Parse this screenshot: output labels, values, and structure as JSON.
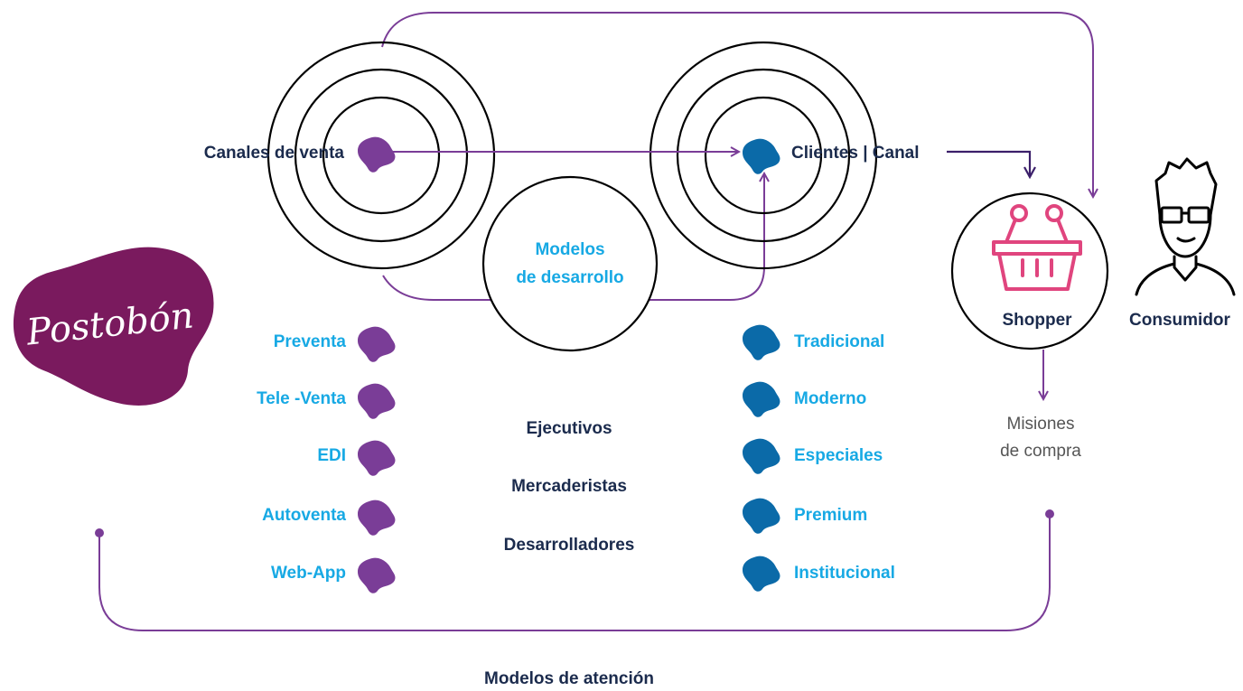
{
  "logo": {
    "text": "Postobón",
    "color": "#7a1a5e"
  },
  "colors": {
    "purple_blob": "#7a3d97",
    "blue_blob": "#0b6aa8",
    "line_purple": "#7a3d97",
    "line_dark": "#3b1f6a",
    "navy_text": "#1b2b4d",
    "cyan_text": "#17a9e4",
    "basket": "#e0457e"
  },
  "targets": {
    "sales_channels": "Canales de venta",
    "clients_channel": "Clientes | Canal"
  },
  "development_models": {
    "line1": "Modelos",
    "line2": "de desarrollo"
  },
  "shopper": {
    "label": "Shopper",
    "icon": "shopping-basket-icon"
  },
  "consumer": {
    "label": "Consumidor",
    "icon": "person-with-glasses-icon"
  },
  "missions": {
    "line1": "Misiones",
    "line2": "de compra"
  },
  "channels_left": [
    "Preventa",
    "Tele -Venta",
    "EDI",
    "Autoventa",
    "Web-App"
  ],
  "roles_center": [
    "Ejecutivos",
    "Mercaderistas",
    "Desarrolladores"
  ],
  "channels_right": [
    "Tradicional",
    "Moderno",
    "Especiales",
    "Premium",
    "Institucional"
  ],
  "footer": {
    "attention_models": "Modelos de atención"
  }
}
